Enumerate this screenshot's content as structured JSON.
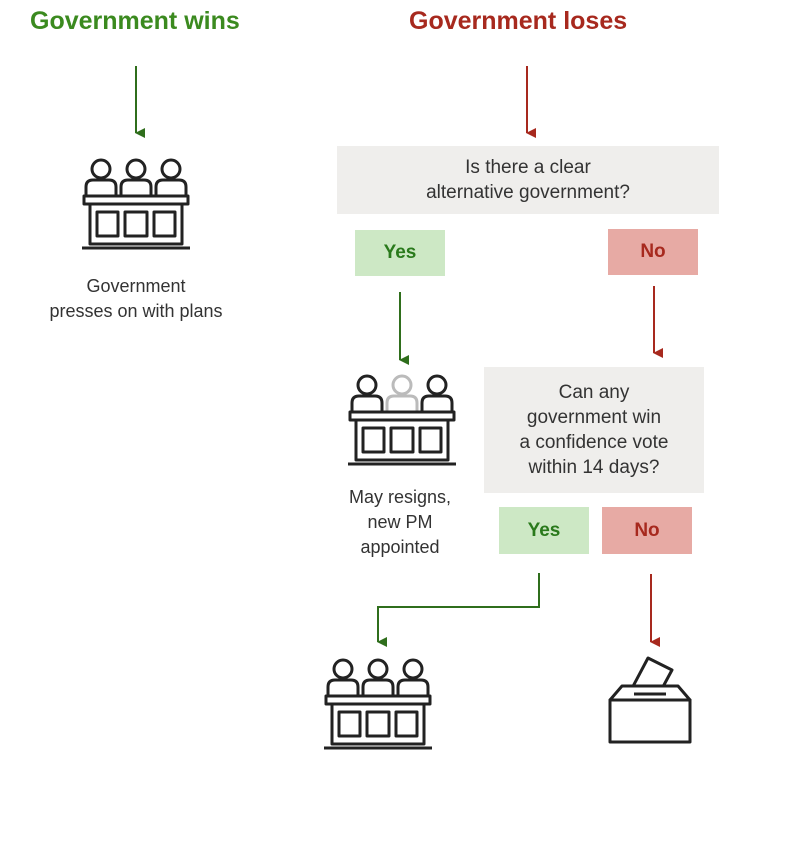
{
  "left_branch": {
    "heading": "Government wins",
    "outcome_caption": "Government\npresses on with plans",
    "icon": "cabinet-icon"
  },
  "right_branch": {
    "heading": "Government loses",
    "question1": "Is there a clear\nalternative government?",
    "q1_yes": "Yes",
    "q1_no": "No",
    "q1_yes_caption": "May resigns,\nnew PM\nappointed",
    "q1_yes_icon": "cabinet-icon",
    "question2": "Can any\ngovernment win\na confidence vote\nwithin 14 days?",
    "q2_yes": "Yes",
    "q2_no": "No",
    "q2_yes_icon": "cabinet-icon",
    "q2_no_icon": "ballot-box-icon"
  },
  "colors": {
    "win": "#3b8a1f",
    "lose": "#a7291e",
    "question_bg": "#efeeec",
    "yes_bg": "#cde8c5",
    "no_bg": "#e7aaa4"
  }
}
